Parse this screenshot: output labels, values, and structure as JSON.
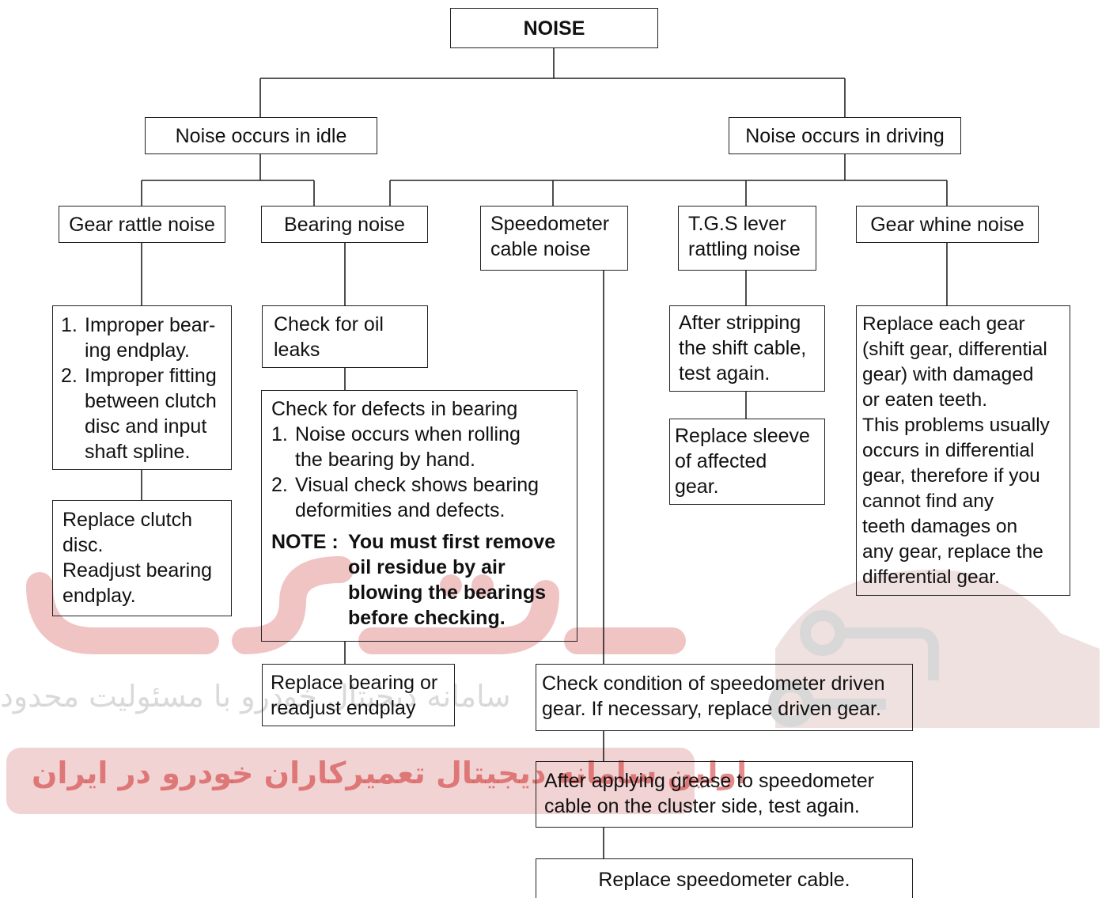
{
  "flowchart": {
    "root": "NOISE",
    "idle": "Noise occurs in idle",
    "driving": "Noise occurs in driving",
    "gear_rattle": "Gear rattle noise",
    "bearing_noise": "Bearing noise",
    "speedo_cable_noise": [
      "Speedometer",
      "cable noise"
    ],
    "tgs_lever": [
      "T.G.S lever",
      "rattling noise"
    ],
    "gear_whine": "Gear whine noise",
    "improper_causes": [
      {
        "num": "1.",
        "lines": [
          "Improper bear-",
          "ing endplay."
        ]
      },
      {
        "num": "2.",
        "lines": [
          "Improper fitting",
          "between clutch",
          "disc and input",
          "shaft spline."
        ]
      }
    ],
    "replace_clutch": [
      "Replace clutch",
      "disc.",
      "Readjust bearing",
      "endplay."
    ],
    "check_oil": [
      "Check for oil",
      "leaks"
    ],
    "check_defects": {
      "heading": "Check for defects in bearing",
      "items": [
        {
          "num": "1.",
          "lines": [
            "Noise occurs when rolling",
            "the bearing by hand."
          ]
        },
        {
          "num": "2.",
          "lines": [
            "Visual check shows bearing",
            "deformities and defects."
          ]
        }
      ],
      "note_label": "NOTE :",
      "note_lines": [
        "You must first remove",
        "oil residue by air",
        "blowing the bearings",
        "before checking."
      ]
    },
    "replace_bearing": [
      "Replace bearing or",
      "readjust endplay"
    ],
    "after_stripping": [
      "After stripping",
      "the shift cable,",
      "test again."
    ],
    "replace_sleeve": [
      "Replace sleeve",
      "of affected",
      "gear."
    ],
    "replace_each_gear": [
      "Replace each gear",
      "(shift gear, differential",
      "gear) with damaged",
      "or eaten teeth.",
      "This problems usually",
      "occurs in differential",
      "gear, therefore if you",
      "cannot find any",
      "teeth damages on",
      "any gear, replace the",
      "differential gear."
    ],
    "check_speedo_gear": [
      "Check condition of speedometer driven",
      "gear. If necessary, replace driven gear."
    ],
    "apply_grease": [
      "After applying grease to speedometer",
      "cable on the cluster side, test again."
    ],
    "replace_speedo_cable": "Replace speedometer cable."
  },
  "watermark": {
    "line1": "سامانه دیجیتال خودرو با مسئولیت محدود",
    "line2": "اولین سامانه دیجیتال تعمیرکاران خودرو در ایران",
    "logo_color": "#e8a3a3",
    "car_color": "#e6d6d6"
  }
}
